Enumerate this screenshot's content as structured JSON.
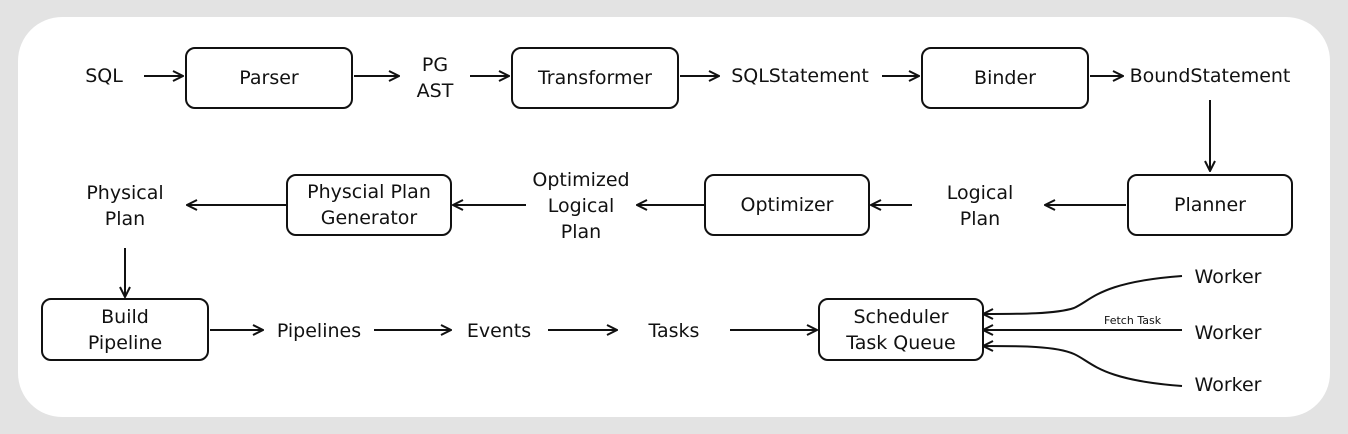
{
  "nodes": {
    "sql": "SQL",
    "parser": "Parser",
    "pg_ast": "PG\nAST",
    "transformer": "Transformer",
    "sql_statement": "SQLStatement",
    "binder": "Binder",
    "bound_statement": "BoundStatement",
    "planner": "Planner",
    "logical_plan": "Logical\nPlan",
    "optimizer": "Optimizer",
    "optimized_logical_plan": "Optimized\nLogical\nPlan",
    "physical_plan_generator": "Physcial Plan\nGenerator",
    "physical_plan": "Physical\nPlan",
    "build_pipeline": "Build\nPipeline",
    "pipelines": "Pipelines",
    "events": "Events",
    "tasks": "Tasks",
    "scheduler": "Scheduler\nTask Queue",
    "worker_1": "Worker",
    "worker_2": "Worker",
    "worker_3": "Worker"
  },
  "edge_labels": {
    "fetch_task": "Fetch Task"
  }
}
